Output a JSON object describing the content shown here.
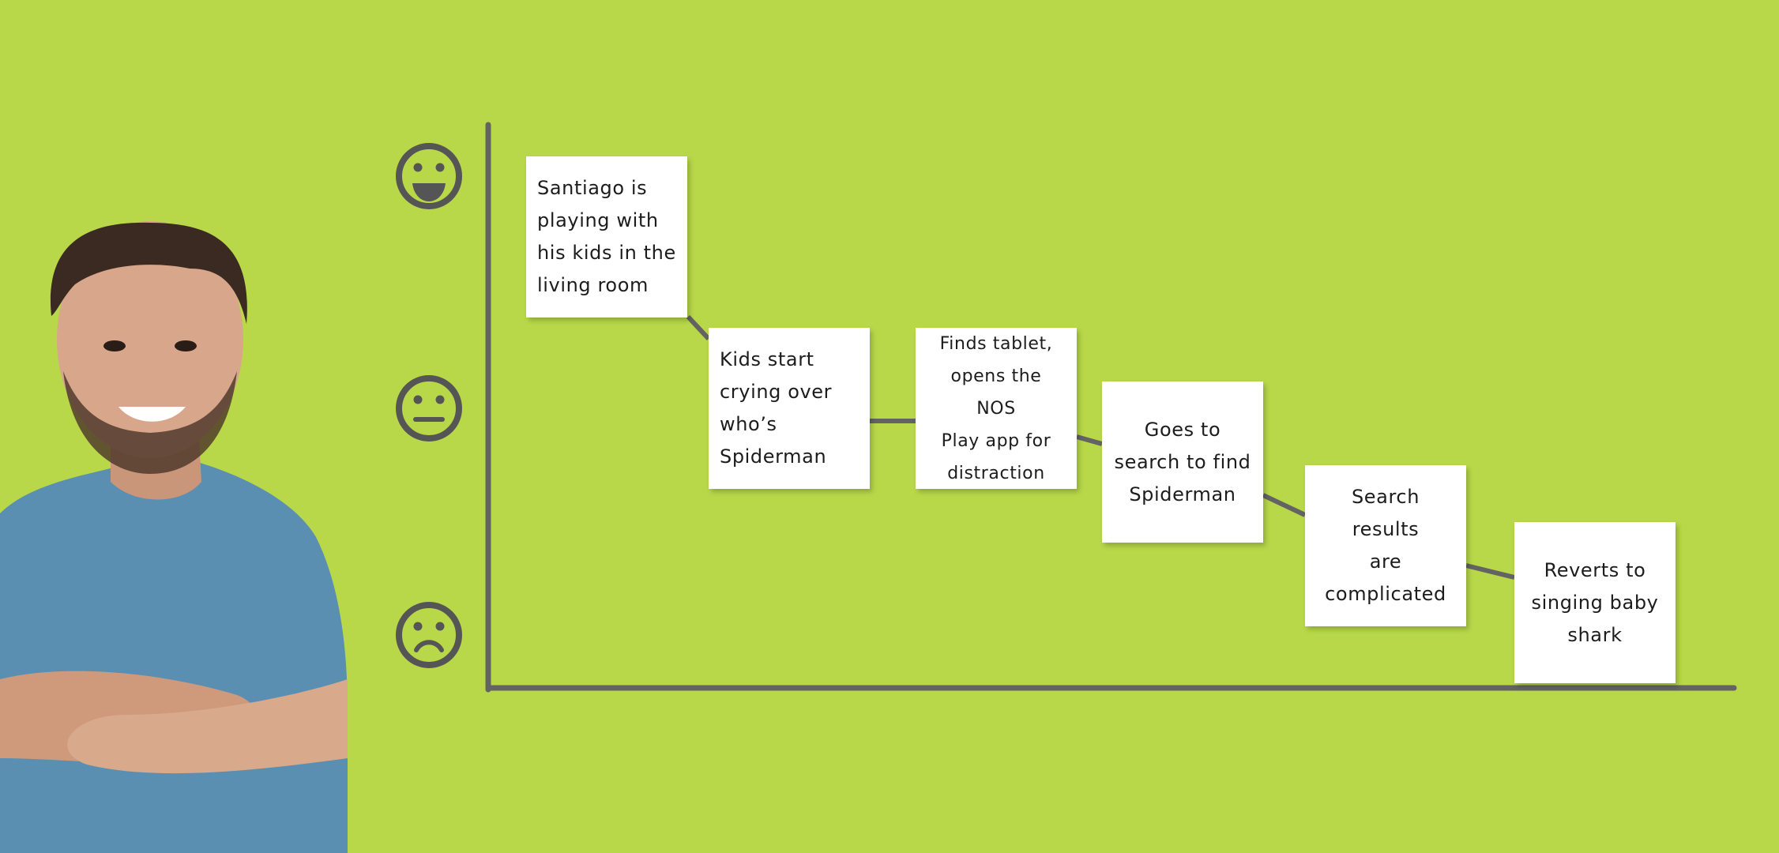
{
  "colors": {
    "background": "#b8d84a",
    "axis": "#636363",
    "note": "#ffffff",
    "shirt": "#5a8fb0"
  },
  "scale": {
    "happy_icon": "smiling-face-icon",
    "neutral_icon": "neutral-face-icon",
    "sad_icon": "frowning-face-icon"
  },
  "journey": [
    {
      "text": "Santiago is\nplaying with\nhis kids in the\nliving room"
    },
    {
      "text": "Kids start\ncrying over\nwho’s\nSpiderman"
    },
    {
      "text": "Finds tablet,\nopens the\nNOS\nPlay app for\ndistraction"
    },
    {
      "text": "Goes to\nsearch to find\nSpiderman"
    },
    {
      "text": "Search results\nare\ncomplicated"
    },
    {
      "text": "Reverts to\nsinging baby\nshark"
    }
  ]
}
